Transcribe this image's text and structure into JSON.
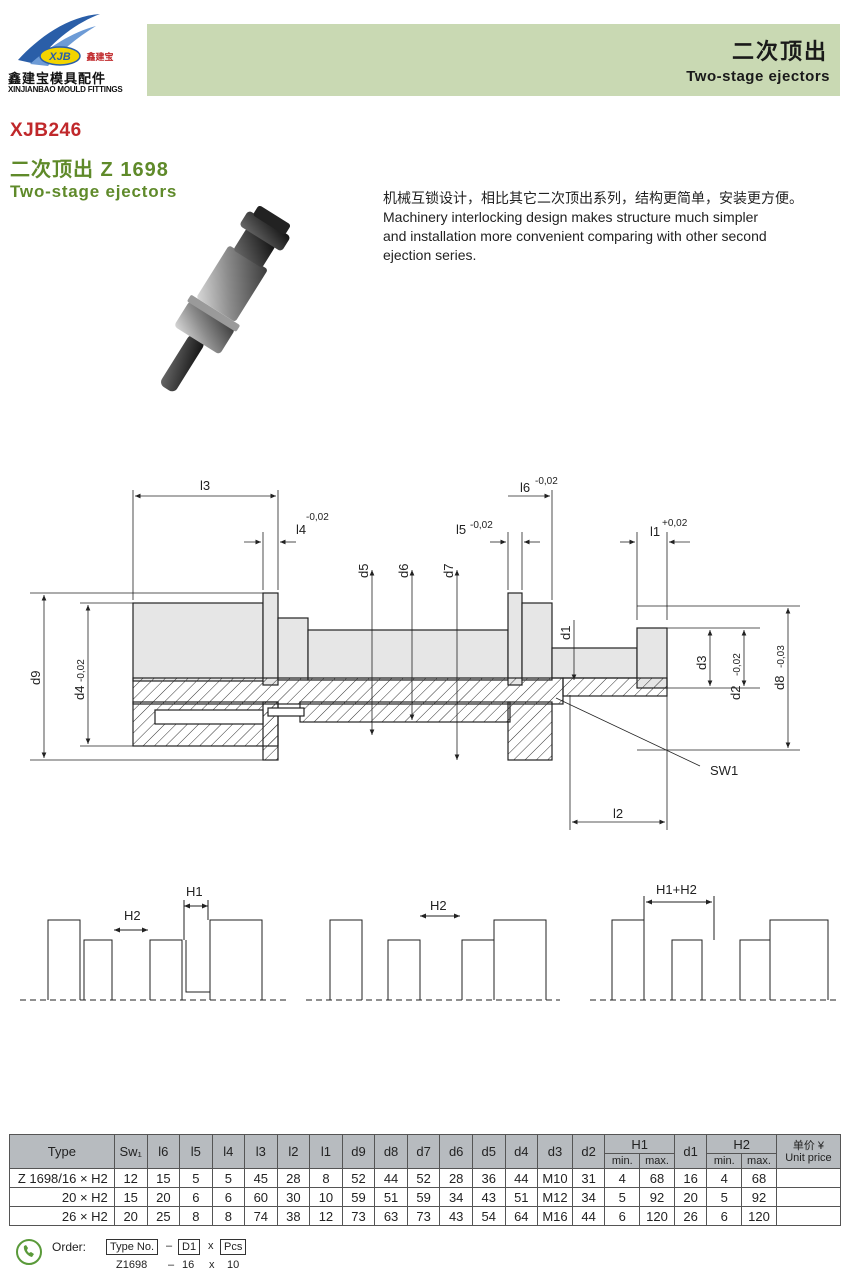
{
  "logo": {
    "badge": "XJB",
    "badge_cn": "鑫建宝",
    "name_cn": "鑫建宝模具配件",
    "name_en": "XINJIANBAO MOULD FITTINGS"
  },
  "header": {
    "title_cn": "二次顶出",
    "title_en": "Two-stage ejectors"
  },
  "product": {
    "code": "XJB246",
    "title_cn": "二次顶出  Z 1698",
    "title_en": "Two-stage ejectors",
    "desc_cn": "机械互锁设计，相比其它二次顶出系列，结构更简单，安装更方便。",
    "desc_en": [
      "Machinery interlocking design makes structure much simpler",
      "and installation more convenient comparing with other second",
      "ejection series."
    ]
  },
  "drawing": {
    "l3": "l3",
    "l4": "l4",
    "l4_tol": "-0,02",
    "l5": "l5",
    "l5_tol": "-0,02",
    "l6": "l6",
    "l6_tol": "-0,02",
    "l1": "l1",
    "l1_tol": "+0,02",
    "l2": "l2",
    "d1": "d1",
    "d2": "d2",
    "d2_tol": "-0,02",
    "d3": "d3",
    "d4": "d4",
    "d4_tol": "-0,02",
    "d5": "d5",
    "d6": "d6",
    "d7": "d7",
    "d8": "d8",
    "d8_tol": "-0,03",
    "d9": "d9",
    "sw1": "SW1"
  },
  "stages": {
    "h1": "H1",
    "h2": "H2",
    "h2b": "H2",
    "h1h2": "H1+H2"
  },
  "table": {
    "headers": [
      "Type",
      "Sw₁",
      "l6",
      "l5",
      "l4",
      "l3",
      "l2",
      "l1",
      "d9",
      "d8",
      "d7",
      "d6",
      "d5",
      "d4",
      "d3",
      "d2",
      "H1",
      "d1",
      "H2"
    ],
    "sub": {
      "min": "min.",
      "max": "max.",
      "min2": "min.",
      "max2": "max."
    },
    "price_cn": "单价 ¥",
    "price_en": "Unit price",
    "rows": [
      [
        "Z 1698/16 × H2",
        "12",
        "15",
        "5",
        "5",
        "45",
        "28",
        "8",
        "52",
        "44",
        "52",
        "28",
        "36",
        "44",
        "M10",
        "31",
        "4",
        "68",
        "16",
        "4",
        "68",
        ""
      ],
      [
        "20 × H2",
        "15",
        "20",
        "6",
        "6",
        "60",
        "30",
        "10",
        "59",
        "51",
        "59",
        "34",
        "43",
        "51",
        "M12",
        "34",
        "5",
        "92",
        "20",
        "5",
        "92",
        ""
      ],
      [
        "26 × H2",
        "20",
        "25",
        "8",
        "8",
        "74",
        "38",
        "12",
        "73",
        "63",
        "73",
        "43",
        "54",
        "64",
        "M16",
        "44",
        "6",
        "120",
        "26",
        "6",
        "120",
        ""
      ]
    ]
  },
  "order": {
    "label": "Order:",
    "type_no": "Type No.",
    "dash1": "–",
    "d1": "D1",
    "x1": "x",
    "pcs": "Pcs",
    "ex_type": "Z1698",
    "dash2": "–",
    "ex_d1": "16",
    "x2": "x",
    "ex_pcs": "10"
  }
}
